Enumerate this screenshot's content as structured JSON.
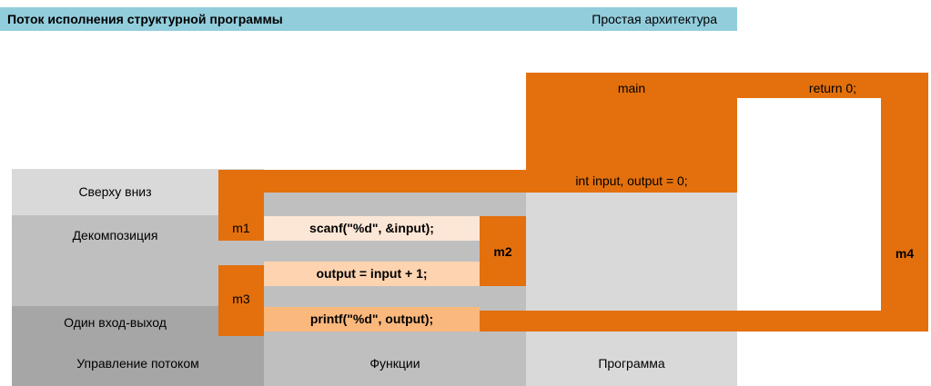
{
  "header": {
    "title": "Поток исполнения структурной программы",
    "subtitle": "Простая архитектура",
    "bar_color": "#92cddc"
  },
  "palette": {
    "orange": "#e3700d",
    "gray_light": "#d9d9d9",
    "gray_medium": "#bfbfbf",
    "gray_dark": "#a6a6a6",
    "peach_light": "#fce6d5",
    "peach_medium": "#fdd3b0",
    "peach_dark": "#fbb87c",
    "white": "#ffffff"
  },
  "columns": {
    "flow_control": {
      "footer": "Управление потоком",
      "principles": [
        "Сверху вниз",
        "Декомпозиция",
        "Один вход-выход"
      ]
    },
    "functions": {
      "footer": "Функции"
    },
    "program": {
      "footer": "Программа"
    }
  },
  "main": {
    "label": "main",
    "return_label": "return 0;",
    "declaration": "int input, output = 0;"
  },
  "code_lines": [
    {
      "text": "scanf(\"%d\", &input);"
    },
    {
      "text": "output = input + 1;"
    },
    {
      "text": "printf(\"%d\", output);"
    }
  ],
  "modules": {
    "m1": "m1",
    "m2": "m2",
    "m3": "m3",
    "m4": "m4"
  }
}
